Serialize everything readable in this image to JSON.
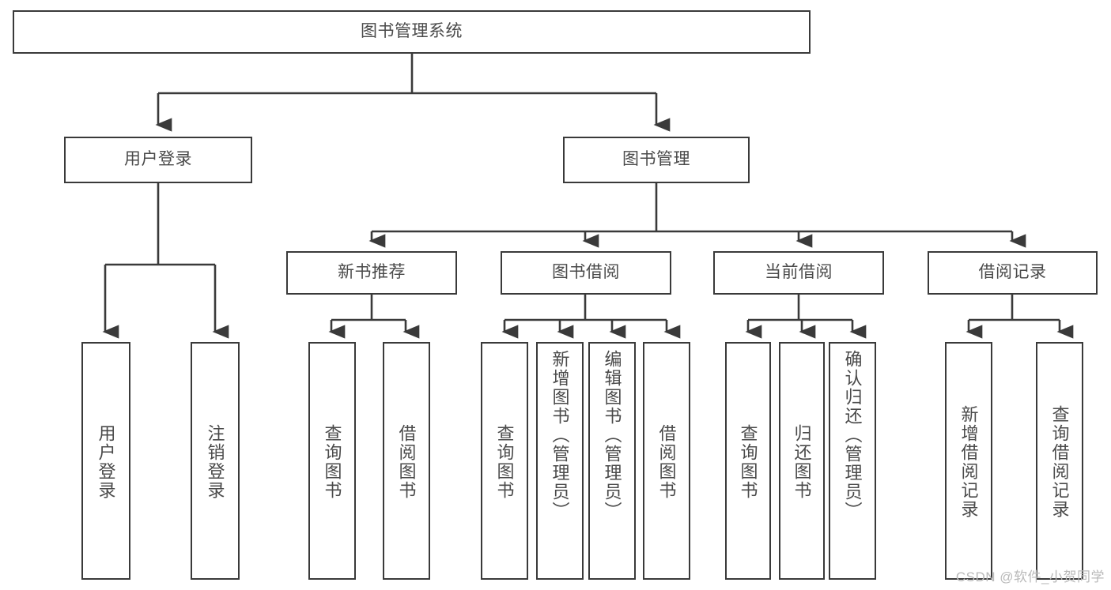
{
  "diagram": {
    "title": "图书管理系统",
    "type": "tree-hierarchy-diagram",
    "colors": {
      "box_border": "#3a3a3a",
      "box_fill": "#ffffff",
      "connector": "#3a3a3a",
      "text": "#4a4a4a",
      "background": "#ffffff",
      "watermark": "#b9b9b9"
    },
    "root": {
      "label": "图书管理系统"
    },
    "level1": [
      {
        "label": "用户登录"
      },
      {
        "label": "图书管理"
      }
    ],
    "level2": [
      {
        "label": "新书推荐"
      },
      {
        "label": "图书借阅"
      },
      {
        "label": "当前借阅"
      },
      {
        "label": "借阅记录"
      }
    ],
    "leaves": [
      {
        "label": "用户登录",
        "parent": "用户登录"
      },
      {
        "label": "注销登录",
        "parent": "用户登录"
      },
      {
        "label": "查询图书",
        "parent": "新书推荐"
      },
      {
        "label": "借阅图书",
        "parent": "新书推荐"
      },
      {
        "label": "查询图书",
        "parent": "图书借阅"
      },
      {
        "label": "新增图书（管理员）",
        "parent": "图书借阅"
      },
      {
        "label": "编辑图书（管理员）",
        "parent": "图书借阅"
      },
      {
        "label": "借阅图书",
        "parent": "图书借阅"
      },
      {
        "label": "查询图书",
        "parent": "当前借阅"
      },
      {
        "label": "归还图书",
        "parent": "当前借阅"
      },
      {
        "label": "确认归还（管理员）",
        "parent": "当前借阅"
      },
      {
        "label": "新增借阅记录",
        "parent": "借阅记录"
      },
      {
        "label": "查询借阅记录",
        "parent": "借阅记录"
      }
    ]
  },
  "watermark": {
    "text": "CSDN @软件_小贺同学"
  }
}
